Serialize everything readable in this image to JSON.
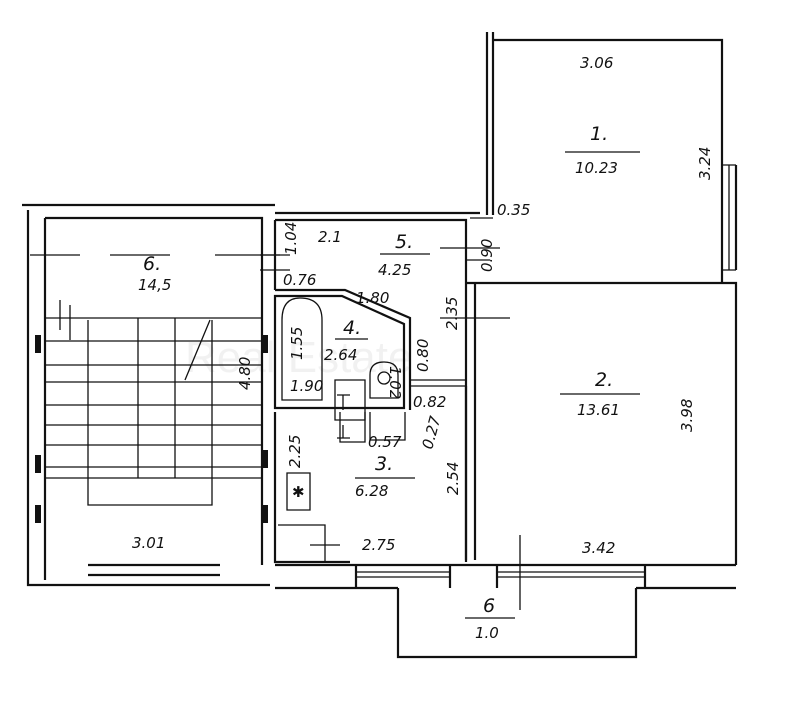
{
  "watermark": "Real Estate",
  "rooms": {
    "r1": {
      "num": "1.",
      "area": "10.23",
      "width": "3.06",
      "depth": "3.24"
    },
    "r2": {
      "num": "2.",
      "area": "13.61",
      "width": "3.42",
      "depth": "3.98"
    },
    "r3": {
      "num": "3.",
      "area": "6.28",
      "width": "2.75",
      "depth": "2.54",
      "side": "2.25"
    },
    "r4": {
      "num": "4.",
      "area": "2.64",
      "d1": "1.80",
      "d2": "1.55",
      "d3": "1.02",
      "d4": "1.90",
      "d5": "0.80"
    },
    "r5": {
      "num": "5.",
      "area": "4.25",
      "width": "2.1",
      "depth": "2.35",
      "d1": "1.04",
      "d2": "0.76"
    },
    "balcony": {
      "num": "6",
      "area": "1.0"
    },
    "stair": {
      "num": "6.",
      "area": "14,5",
      "width": "3.01",
      "depth": "4.80"
    }
  },
  "dims": {
    "d035": "0.35",
    "d090": "0.90",
    "d082": "0.82",
    "d057": "0.57",
    "d027": "0.27"
  }
}
